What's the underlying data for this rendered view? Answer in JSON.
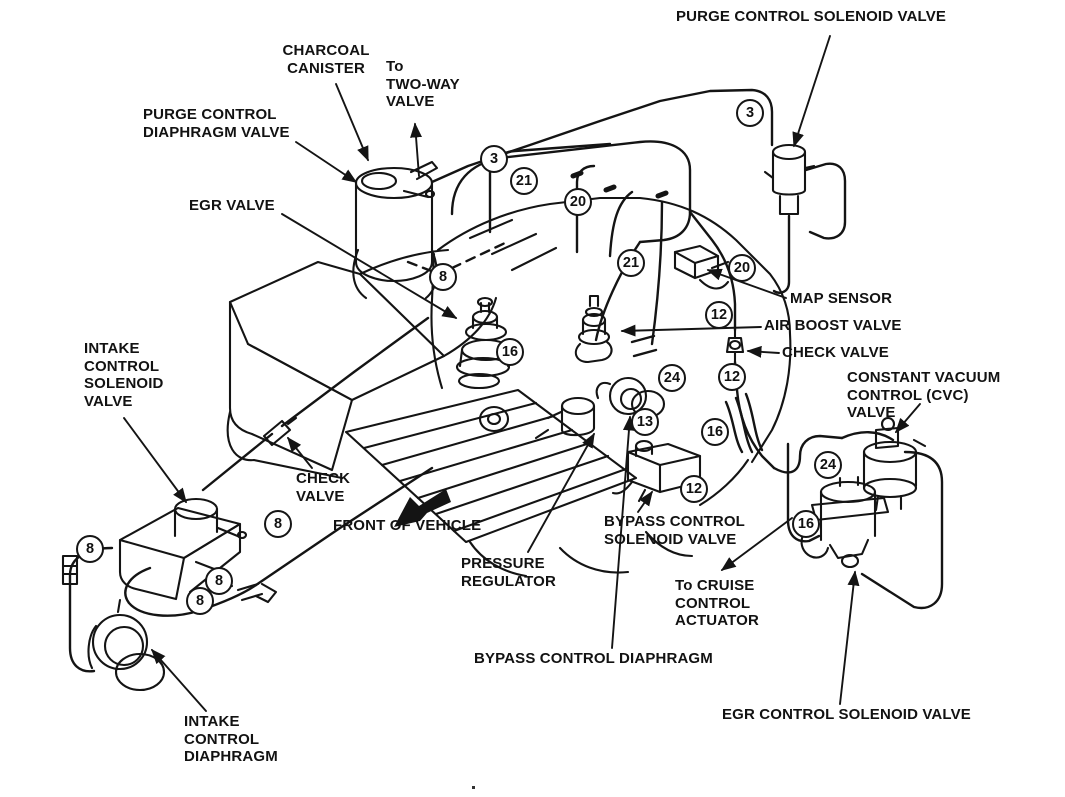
{
  "diagram": {
    "kind": "engine-vacuum-hose-routing-diagram",
    "colors": {
      "ink": "#141414",
      "paper": "#ffffff"
    },
    "labels": {
      "purge_control_solenoid_valve": "PURGE CONTROL SOLENOID VALVE",
      "charcoal_canister": "CHARCOAL\nCANISTER",
      "to_two_way_valve": "To\nTWO-WAY\nVALVE",
      "purge_control_diaphragm_valve": "PURGE CONTROL\nDIAPHRAGM VALVE",
      "egr_valve": "EGR VALVE",
      "map_sensor": "MAP SENSOR",
      "air_boost_valve": "AIR BOOST VALVE",
      "check_valve_right": "CHECK VALVE",
      "constant_vacuum_control_valve": "CONSTANT VACUUM\nCONTROL (CVC)\nVALVE",
      "intake_control_solenoid_valve": "INTAKE\nCONTROL\nSOLENOID\nVALVE",
      "check_valve_left": "CHECK\nVALVE",
      "front_of_vehicle": "FRONT OF VEHICLE",
      "pressure_regulator": "PRESSURE\nREGULATOR",
      "bypass_control_solenoid_valve": "BYPASS CONTROL\nSOLENOID VALVE",
      "to_cruise_control_actuator": "To CRUISE\nCONTROL\nACTUATOR",
      "bypass_control_diaphragm": "BYPASS CONTROL DIAPHRAGM",
      "intake_control_diaphragm": "INTAKE\nCONTROL\nDIAPHRAGM",
      "egr_control_solenoid_valve": "EGR CONTROL SOLENOID VALVE"
    },
    "callouts": [
      {
        "n": "3"
      },
      {
        "n": "3"
      },
      {
        "n": "21"
      },
      {
        "n": "20"
      },
      {
        "n": "21"
      },
      {
        "n": "20"
      },
      {
        "n": "8"
      },
      {
        "n": "12"
      },
      {
        "n": "16"
      },
      {
        "n": "24"
      },
      {
        "n": "12"
      },
      {
        "n": "13"
      },
      {
        "n": "16"
      },
      {
        "n": "24"
      },
      {
        "n": "12"
      },
      {
        "n": "16"
      },
      {
        "n": "8"
      },
      {
        "n": "8"
      },
      {
        "n": "8"
      },
      {
        "n": "8"
      }
    ]
  }
}
